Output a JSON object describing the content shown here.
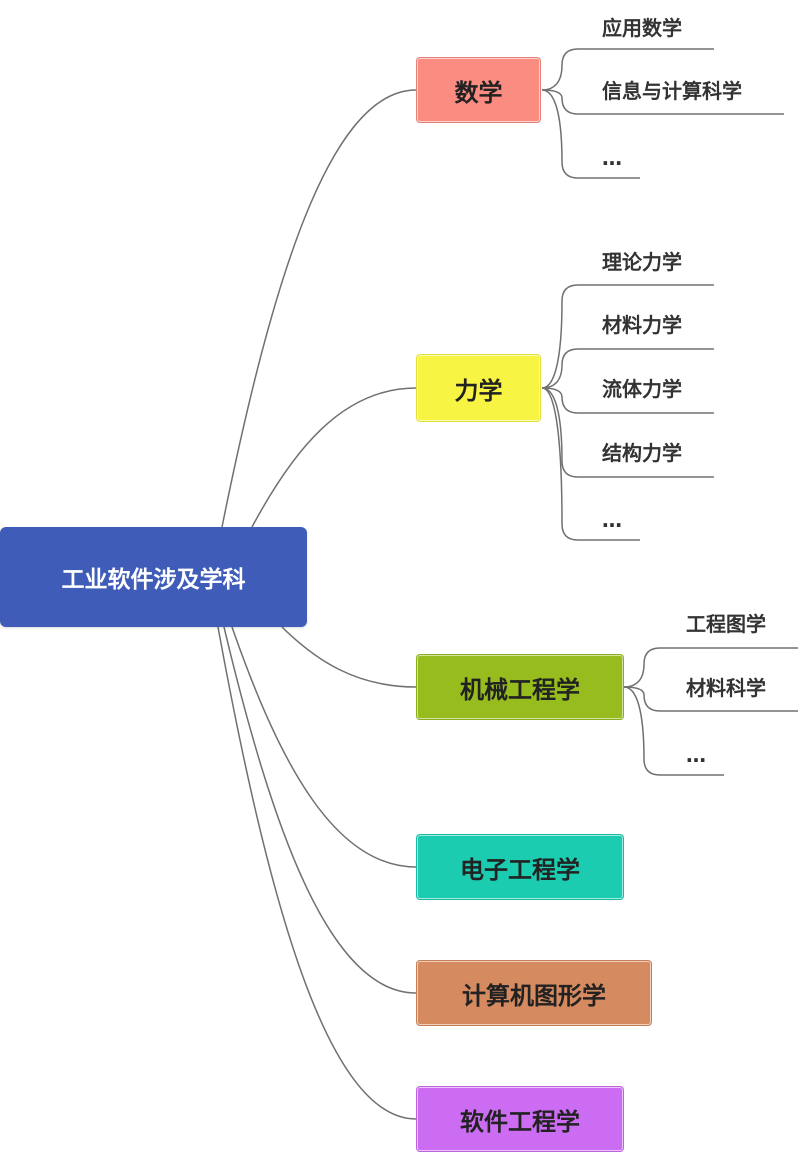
{
  "root": {
    "label": "工业软件涉及学科",
    "color": "#3F5DB8"
  },
  "branches": [
    {
      "label": "数学",
      "color": "#FA8C82",
      "children": [
        "应用数学",
        "信息与计算科学",
        "…"
      ]
    },
    {
      "label": "力学",
      "color": "#F7F443",
      "children": [
        "理论力学",
        "材料力学",
        "流体力学",
        "结构力学",
        "…"
      ]
    },
    {
      "label": "机械工程学",
      "color": "#96BC1E",
      "children": [
        "工程图学",
        "材料科学",
        "…"
      ]
    },
    {
      "label": "电子工程学",
      "color": "#1CCCB0",
      "children": []
    },
    {
      "label": "计算机图形学",
      "color": "#D58A5F",
      "children": []
    },
    {
      "label": "软件工程学",
      "color": "#CC6CF2",
      "children": []
    }
  ],
  "line_color": "#707070"
}
